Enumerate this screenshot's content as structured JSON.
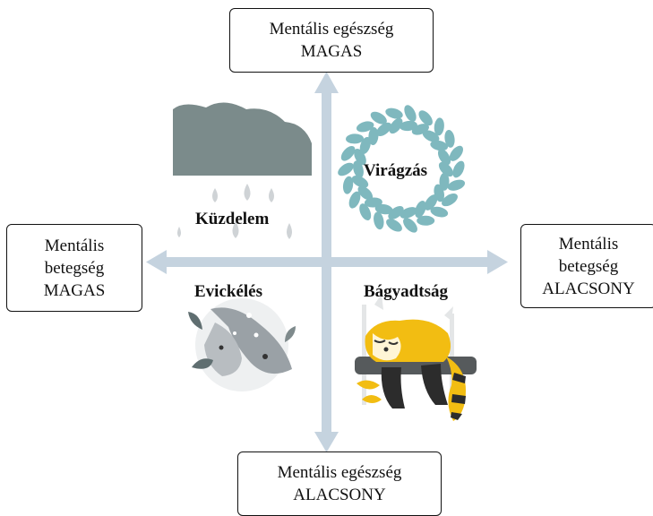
{
  "axes": {
    "top": {
      "line1": "Mentális egészség",
      "line2": "MAGAS"
    },
    "bottom": {
      "line1": "Mentális egészség",
      "line2": "ALACSONY"
    },
    "left": {
      "line1": "Mentális",
      "line2": "betegség",
      "line3": "MAGAS"
    },
    "right": {
      "line1": "Mentális",
      "line2": "betegség",
      "line3": "ALACSONY"
    }
  },
  "quadrants": {
    "top_left": {
      "label": "Küzdelem",
      "icon": "rain-cloud-icon"
    },
    "top_right": {
      "label": "Virágzás",
      "icon": "leaf-wreath-icon"
    },
    "bottom_left": {
      "label": "Evickélés",
      "icon": "swimming-fish-icon"
    },
    "bottom_right": {
      "label": "Bágyadtság",
      "icon": "sleeping-red-panda-icon"
    }
  },
  "colors": {
    "axis": "#c5d3df",
    "cloud": "#7b8b8b",
    "drops": "#cfd3d6",
    "wreath": "#7fb8be",
    "panda_yellow": "#f2bd12",
    "fish": "#9aa1a6"
  }
}
